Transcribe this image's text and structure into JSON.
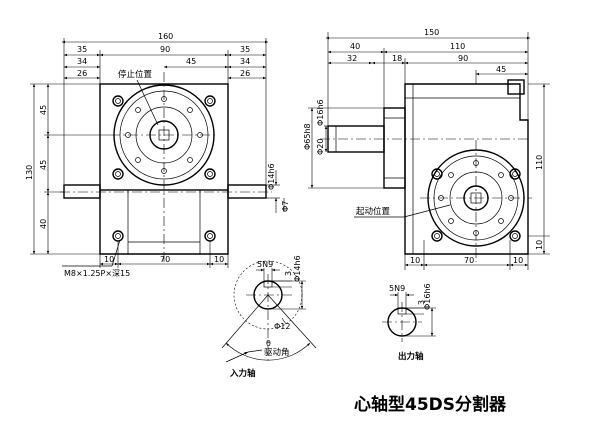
{
  "title": "心轴型45DS分割器",
  "front": {
    "dims_top": [
      "160",
      "35",
      "90",
      "35",
      "34",
      "45",
      "34",
      "26",
      "26"
    ],
    "dims_left": [
      "45",
      "130",
      "45",
      "40"
    ],
    "dims_bottom": [
      "10",
      "70",
      "10"
    ],
    "label_stop": "停止位置",
    "label_bolt": "M8×1.25P×深15",
    "phi_shaft": "Φ14h6",
    "phi_small": "Φ7"
  },
  "side": {
    "dims_top": [
      "150",
      "40",
      "110",
      "32",
      "18",
      "90",
      "45"
    ],
    "dims_left": [
      "Φ65h8",
      "Φ16h6",
      "Φ20"
    ],
    "dims_right": [
      "110",
      "10"
    ],
    "dims_bottom": [
      "10",
      "70",
      "10"
    ],
    "label_start": "起动位置"
  },
  "input_shaft": {
    "key": "5N9",
    "dim": "3",
    "phi": "Φ14h6",
    "phi_circle": "Φ12",
    "angle": "θ",
    "label_angle": "驱动角",
    "label": "入力轴"
  },
  "output_shaft": {
    "key": "5N9",
    "dim": "3",
    "phi": "Φ16h6",
    "label": "出力轴"
  }
}
